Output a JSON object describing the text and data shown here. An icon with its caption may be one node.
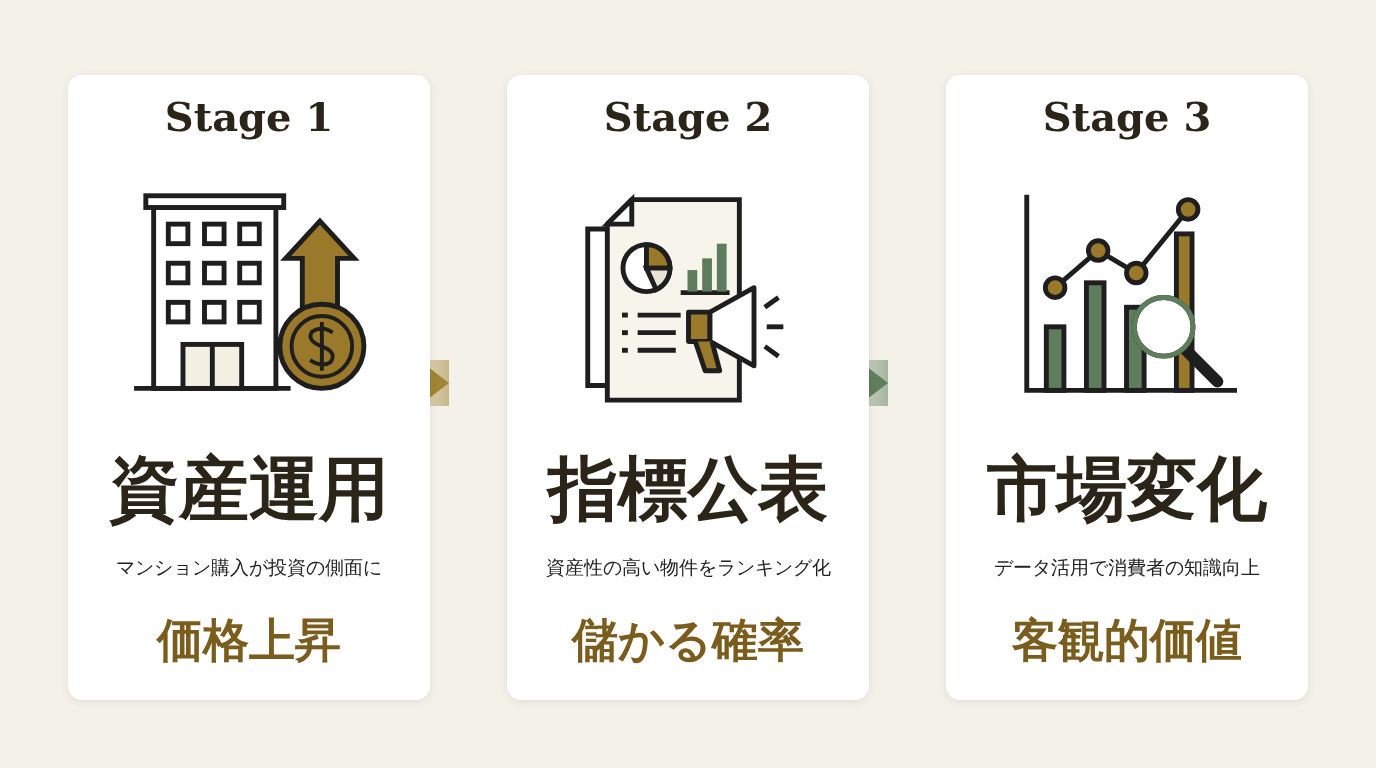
{
  "diagram": {
    "nodes": [
      {
        "text": [
          "Stage 1",
          "資産運用",
          "マンション購入が投資の側面に",
          "価格上昇"
        ]
      },
      {
        "text": [
          "Stage 2",
          "指標公表",
          "資産性の高い物件をランキング化",
          "儲かる確率"
        ]
      },
      {
        "text": [
          "Stage 3",
          "市場変化",
          "データ活用で消費者の知識向上",
          "客観的価値"
        ]
      }
    ],
    "edges": [
      {
        "from": 0,
        "to": 1,
        "arrow": "to",
        "color": "#a08536"
      },
      {
        "from": 1,
        "to": 2,
        "arrow": "to",
        "color": "#5f7f5c"
      }
    ]
  }
}
